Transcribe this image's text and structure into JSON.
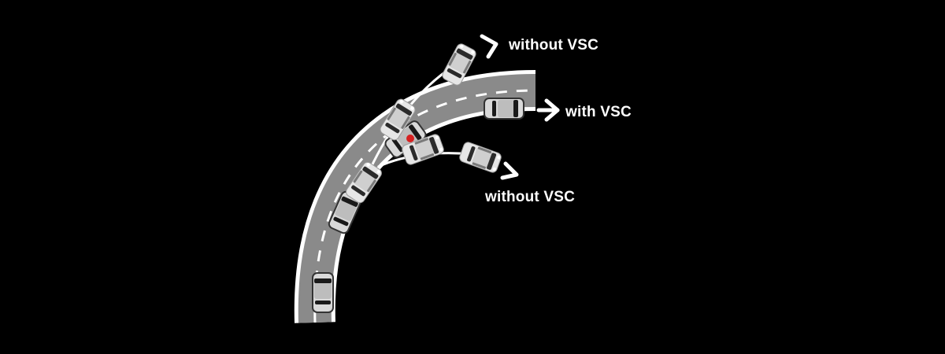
{
  "labels": {
    "top": "without VSC",
    "middle": "with VSC",
    "bottom": "without VSC"
  },
  "colors": {
    "background": "#000000",
    "road": "#8a8a8a",
    "road_edge": "#ffffff",
    "lane_marking": "#ffffff",
    "car_body": "#e6e6e6",
    "car_body_dark": "#9a9a9a",
    "car_window": "#2b2b2b",
    "warning_dot": "#d62020",
    "path_line": "#ffffff",
    "text": "#ffffff"
  },
  "icons": {
    "arrows": "arrow-right-icon",
    "vehicles": "car-topview-icon",
    "indicator": "red-dot-icon"
  }
}
